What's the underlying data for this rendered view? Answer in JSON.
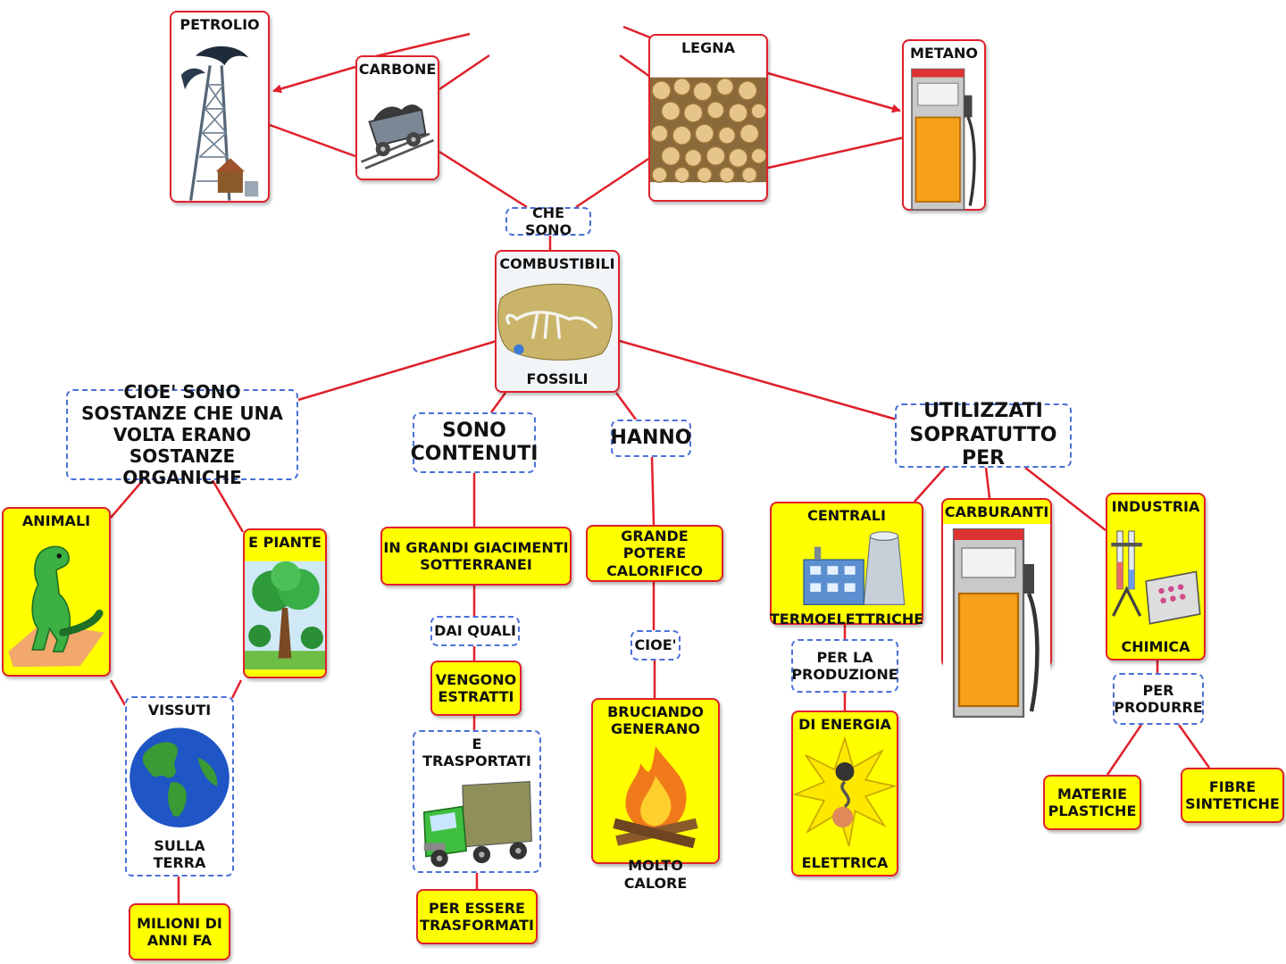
{
  "colors": {
    "link": "#e0202a",
    "box_border": "#e0202a",
    "yellow": "#ffff00",
    "dashed": "#4a6fd8"
  },
  "top": {
    "petrolio": "PETROLIO",
    "carbone": "CARBONE",
    "legna": "LEGNA",
    "metano": "METANO",
    "che_sono": "CHE SONO"
  },
  "center": {
    "line1": "COMBUSTIBILI",
    "line2": "FOSSILI"
  },
  "branches": {
    "cioe_sono": "CIOE' SONO SOSTANZE CHE UNA VOLTA ERANO SOSTANZE ORGANICHE",
    "sono_contenuti": "SONO CONTENUTI",
    "hanno": "HANNO",
    "utilizzati": "UTILIZZATI SOPRATUTTO PER"
  },
  "left": {
    "animali": "ANIMALI",
    "piante": "E PIANTE",
    "vissuti": "VISSUTI",
    "sulla_terra": "SULLA TERRA",
    "milioni": "MILIONI DI ANNI FA"
  },
  "middle": {
    "giacimenti": "IN GRANDI GIACIMENTI SOTTERRANEI",
    "dai_quali": "DAI QUALI",
    "vengono": "VENGONO ESTRATTI",
    "trasportati": "E TRASPORTATI",
    "per_essere": "PER ESSERE TRASFORMATI"
  },
  "hanno_branch": {
    "potere": "GRANDE POTERE CALORIFICO",
    "cioe": "CIOE'",
    "bruciando": "BRUCIANDO GENERANO",
    "calore": "MOLTO CALORE"
  },
  "right": {
    "centrali": "CENTRALI",
    "termo": "TERMOELETTRICHE",
    "per_la": "PER LA PRODUZIONE",
    "di_energia": "DI ENERGIA",
    "elettrica": "ELETTRICA",
    "carburanti": "CARBURANTI",
    "industria": "INDUSTRIA",
    "chimica": "CHIMICA",
    "per_produrre": "PER PRODURRE",
    "materie": "MATERIE PLASTICHE",
    "fibre": "FIBRE SINTETICHE"
  },
  "icons": [
    "oil-derrick-icon",
    "coal-cart-icon",
    "log-pile-icon",
    "fuel-pump-icon",
    "dinosaur-fossil-icon",
    "dinosaur-icon",
    "tree-icon",
    "earth-globe-icon",
    "truck-icon",
    "campfire-icon",
    "power-plant-icon",
    "electric-spark-icon",
    "lab-equipment-icon"
  ]
}
